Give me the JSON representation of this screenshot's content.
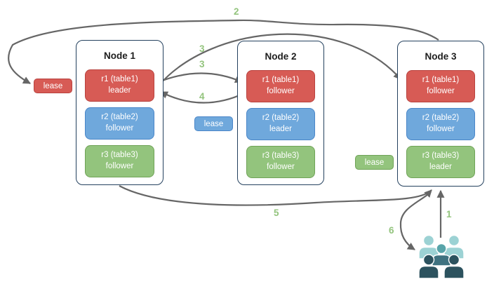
{
  "colors": {
    "red_fill": "#D75B55",
    "red_border": "#B8423E",
    "blue_fill": "#6FA8DC",
    "blue_border": "#4A86C8",
    "green_fill": "#93C47D",
    "green_border": "#6FA357",
    "node_border": "#24415E",
    "arrow": "#666666",
    "step_label": "#93C47D",
    "users_light": "#9CD2D4",
    "users_teal": "#58A4A9",
    "users_slate": "#3F7280",
    "users_dark": "#2C525E"
  },
  "nodes": [
    {
      "title": "Node 1",
      "replicas": [
        {
          "label": "r1 (table1)",
          "role": "leader",
          "color": "red"
        },
        {
          "label": "r2 (table2)",
          "role": "follower",
          "color": "blue"
        },
        {
          "label": "r3 (table3)",
          "role": "follower",
          "color": "green"
        }
      ]
    },
    {
      "title": "Node 2",
      "replicas": [
        {
          "label": "r1 (table1)",
          "role": "follower",
          "color": "red"
        },
        {
          "label": "r2 (table2)",
          "role": "leader",
          "color": "blue"
        },
        {
          "label": "r3 (table3)",
          "role": "follower",
          "color": "green"
        }
      ]
    },
    {
      "title": "Node 3",
      "replicas": [
        {
          "label": "r1 (table1)",
          "role": "follower",
          "color": "red"
        },
        {
          "label": "r2 (table2)",
          "role": "follower",
          "color": "blue"
        },
        {
          "label": "r3 (table3)",
          "role": "leader",
          "color": "green"
        }
      ]
    }
  ],
  "leases": [
    {
      "label": "lease",
      "color": "red"
    },
    {
      "label": "lease",
      "color": "blue"
    },
    {
      "label": "lease",
      "color": "green"
    }
  ],
  "steps": [
    {
      "label": "1",
      "from": "clients",
      "to": "node3"
    },
    {
      "label": "2",
      "from": "node3",
      "to": "red-lease"
    },
    {
      "label": "3",
      "from": "node1-r1-leader",
      "to": "node3-r1-follower"
    },
    {
      "label": "3",
      "from": "node1-r1-leader",
      "to": "node2-r1-follower"
    },
    {
      "label": "4",
      "from": "node2-r1-follower",
      "to": "node1-r1-leader"
    },
    {
      "label": "5",
      "from": "node1",
      "to": "node3"
    },
    {
      "label": "6",
      "from": "node3",
      "to": "clients"
    }
  ],
  "users_icon": "users-group-icon"
}
